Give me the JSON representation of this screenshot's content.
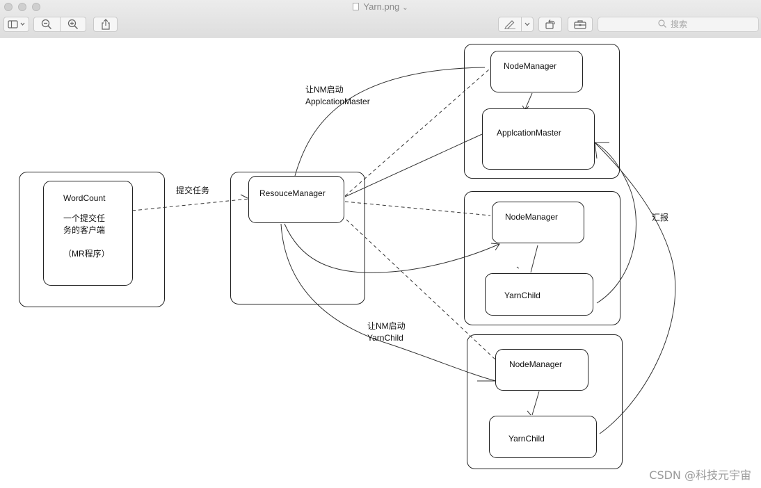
{
  "window": {
    "title": "Yarn.png",
    "search_placeholder": "搜索",
    "icons": {
      "sidebar": "sidebar-toggle-icon",
      "zoom_out": "zoom-out-icon",
      "zoom_in": "zoom-in-icon",
      "share": "share-icon",
      "markup": "markup-pen-icon",
      "rotate": "rotate-icon",
      "toolbox": "toolbox-icon",
      "search": "search-icon"
    }
  },
  "diagram": {
    "client": {
      "title": "WordCount",
      "desc_line1": "一个提交任",
      "desc_line2": "务的客户端",
      "program": "（MR程序）"
    },
    "resource_manager": "ResouceManager",
    "node_manager_1": "NodeManager",
    "app_master": "ApplcationMaster",
    "node_manager_2": "NodeManager",
    "yarn_child_2": "YarnChild",
    "node_manager_3": "NodeManager",
    "yarn_child_3": "YarnChild",
    "labels": {
      "submit_task": "提交任务",
      "start_am_line1": "让NM启动",
      "start_am_line2": "ApplcationMaster",
      "start_yc_line1": "让NM启动",
      "start_yc_line2": "YarnChild",
      "report": "汇报"
    }
  },
  "watermark": "CSDN @科技元宇宙"
}
